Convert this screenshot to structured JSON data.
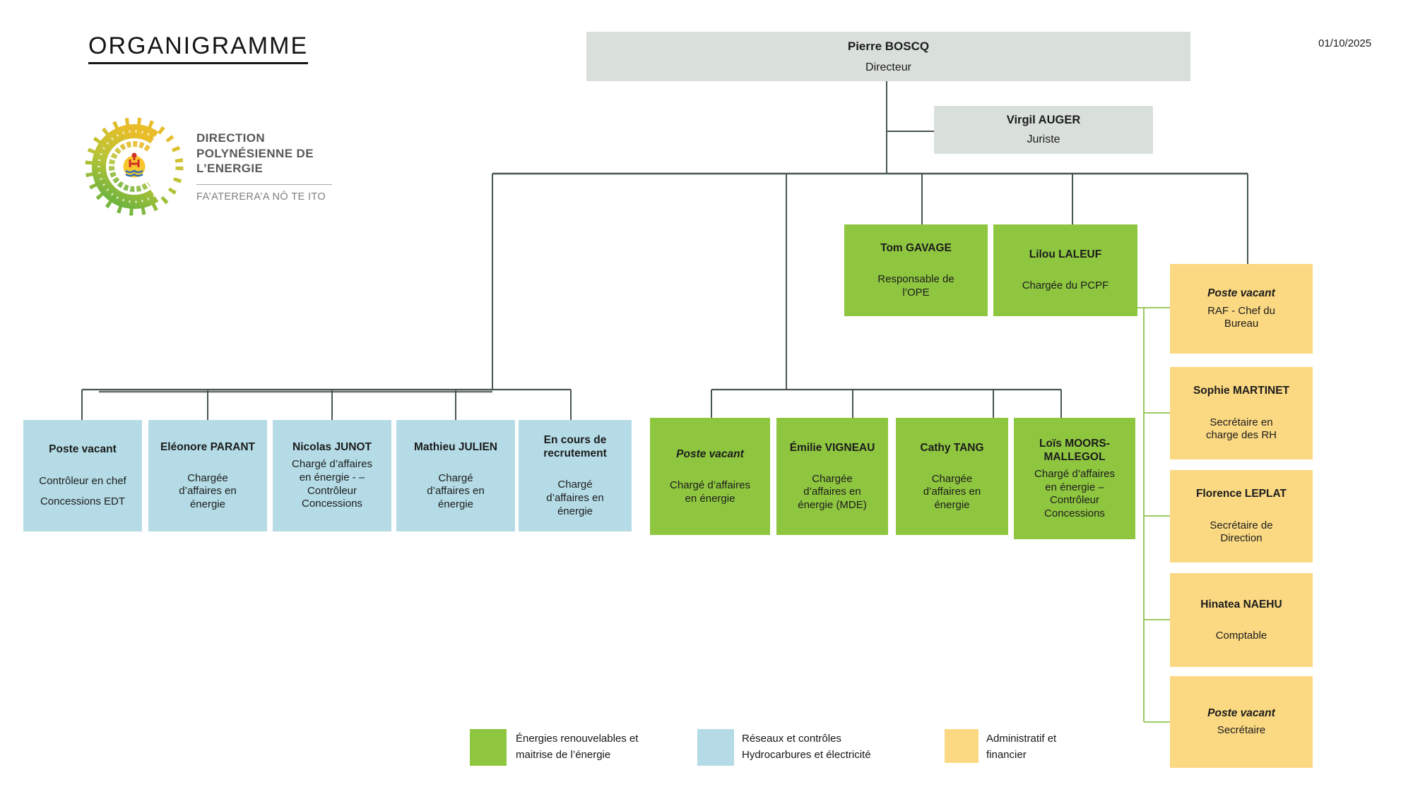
{
  "header": {
    "title": "ORGANIGRAMME",
    "date": "01/10/2025"
  },
  "logo": {
    "icon": "polynesian-sun-logo",
    "org_line1": "DIRECTION",
    "org_line2": "POLYNÉSIENNE DE",
    "org_line3": "L’ENERGIE",
    "tagline": "FA’ATERERA’A NŌ TE ITO"
  },
  "colors": {
    "renewable_green": "#8fc640",
    "networks_blue": "#b5dce6",
    "admin_yellow": "#fbd983",
    "direction_grey": "#d9e0db",
    "connector_dark": "#47564e",
    "connector_green": "#8fc24c"
  },
  "direction": {
    "director": {
      "name": "Pierre BOSCQ",
      "role": "Directeur"
    },
    "juriste": {
      "name": "Virgil AUGER",
      "role": "Juriste"
    }
  },
  "staff": {
    "ope": {
      "name": "Tom GAVAGE",
      "role": "Responsable de\nl’OPE"
    },
    "pcpf": {
      "name": "Lilou LALEUF",
      "role": "Chargée du PCPF"
    }
  },
  "blue_team": [
    {
      "name": "Poste vacant",
      "role": "Contrôleur en chef",
      "role2": "Concessions EDT"
    },
    {
      "name": "Eléonore PARANT",
      "role": "Chargée\nd’affaires en\nénergie"
    },
    {
      "name": "Nicolas JUNOT",
      "role": "Chargé d’affaires\nen énergie - –\nContrôleur\nConcessions"
    },
    {
      "name": "Mathieu JULIEN",
      "role": "Chargé\nd’affaires en\nénergie"
    },
    {
      "name": "En cours de\nrecrutement",
      "role": "Chargé\nd’affaires en\nénergie"
    }
  ],
  "green_team": [
    {
      "name": "Poste vacant",
      "vacant": true,
      "role": "Chargé d’affaires\nen énergie"
    },
    {
      "name": "Émilie VIGNEAU",
      "role": "Chargée\nd’affaires en\nénergie (MDE)"
    },
    {
      "name": "Cathy TANG",
      "role": "Chargée\nd’affaires en\nénergie"
    },
    {
      "name": "Loïs MOORS-\nMALLEGOL",
      "role": "Chargé d’affaires\nen énergie –\nContrôleur\nConcessions"
    }
  ],
  "admin_team": [
    {
      "name": "Poste vacant",
      "vacant": true,
      "role": "RAF - Chef du\nBureau"
    },
    {
      "name": "Sophie MARTINET",
      "role": "Secrétaire en\ncharge des RH"
    },
    {
      "name": "Florence LEPLAT",
      "role": "Secrétaire de\nDirection"
    },
    {
      "name": "Hinatea NAEHU",
      "role": "Comptable"
    },
    {
      "name": "Poste vacant",
      "vacant": true,
      "role": "Secrétaire"
    }
  ],
  "legend": [
    {
      "color": "#8fc640",
      "label": "Énergies renouvelables et\nmaitrise de l’énergie"
    },
    {
      "color": "#b5dce6",
      "label": "Réseaux et contrôles\nHydrocarbures et électricité"
    },
    {
      "color": "#fbd983",
      "label": "Administratif et\nfinancier"
    }
  ]
}
